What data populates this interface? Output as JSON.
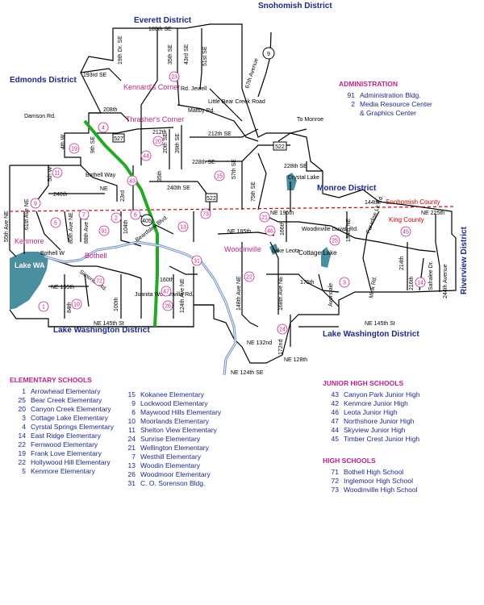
{
  "districts": {
    "everett": "Everett District",
    "snohomish": "Snohomish District",
    "edmonds": "Edmonds District",
    "monroe": "Monroe District",
    "riverview": "Riverview District",
    "lake_washington_left": "Lake Washington District",
    "lake_washington_right": "Lake Washington District"
  },
  "county_labels": {
    "snohomish_county": "Snohomish County",
    "king_county": "King County"
  },
  "places": {
    "kennards_corner": "Kennard's Corner",
    "thrashers_corner": "Thrasher's Corner",
    "kenmore": "Kenmore",
    "bothell": "Bothell",
    "woodinville": "Woodinville",
    "lake_wa": "Lake WA",
    "crystal_lake": "Crystal Lake",
    "cottage_lake": "Cottage Lake",
    "lake_leota": "Lake Leota",
    "to_monroe": "To Monroe"
  },
  "roads": {
    "r180th": "180th SE",
    "r19th": "19th Dr. SE",
    "r35th_top": "35th SE",
    "r43rd": "43rd SE",
    "r51st": "51st SE",
    "r67th": "67th Avenue",
    "r193rd": "193rd SE",
    "jewell": "Rd. Jewell",
    "little_bear": "Little Bear Creek Road",
    "damson": "Damson Rd.",
    "r208th": "208th",
    "maltby": "Maltby Rd.",
    "r212th_a": "212th",
    "r212th_b": "212th SE",
    "r4th": "4th W",
    "r9th": "9th SE",
    "r20th": "20th SE",
    "r39th": "39th SE",
    "r228th_a": "228th SE",
    "r228th_b": "228th SE",
    "r57th": "57th SE",
    "r75th": "75th SE",
    "r5th": "5th W",
    "bothell_way": "Bothell Way",
    "ne": "NE",
    "r240th": "240th",
    "r23rd": "23rd",
    "r35th": "35th",
    "r240th_se": "240th SE",
    "r144th": "144th",
    "r61st": "61st Ave NE",
    "r55th": "55th Ave NE",
    "r80th": "80th Ave NE",
    "r88th": "88th Ave NE",
    "r104th": "104th",
    "beardslee": "Beardslee Blvd.",
    "ne195th": "NE 195th",
    "ne185th": "NE 185th",
    "woodinville_duvall": "Woodinville Duvall Rd.",
    "r166th": "166th",
    "r194th": "194th NE",
    "paradise_lk": "Paradise Lk Rd.",
    "ne225th": "NE 225th",
    "r214th": "214th",
    "r244th": "244th Avenue",
    "bothell_w": "Bothell W",
    "ne155th": "NE 155th",
    "r84th": "84th",
    "simonds": "Simonds Rd.",
    "r100th": "100th",
    "juanita": "Juanita Woodinville Rd.",
    "r160th": "160th",
    "r124th": "124th Ave NE",
    "r148th": "148th Ave NE",
    "r168th": "168th Ave NE",
    "r175th": "175th",
    "avondale": "Avondale",
    "mink": "Mink Rd.",
    "r216th": "216th",
    "sahalee": "Sahalee Dr.",
    "ne145th_l": "NE 145th St",
    "ne145th_r": "NE 145th St",
    "ne132nd": "NE 132nd",
    "r172nd": "172nd",
    "ne128th": "NE 128th",
    "ne124th": "NE 124th SE",
    "hwy9": "9",
    "hwy522a": "522",
    "hwy522b": "522",
    "hwy527": "527",
    "hwy405": "405"
  },
  "map_markers": [
    "4",
    "19",
    "11",
    "9",
    "5",
    "7",
    "91",
    "72",
    "10",
    "1",
    "43",
    "2",
    "6",
    "44",
    "20",
    "23",
    "15",
    "73",
    "13",
    "31",
    "47",
    "26",
    "21",
    "46",
    "25",
    "45",
    "22",
    "3",
    "14",
    "24"
  ],
  "administration": {
    "title": "ADMINISTRATION",
    "items": [
      {
        "num": "91",
        "name": "Administration Bldg."
      },
      {
        "num": "2",
        "name": "Media Resource Center"
      },
      {
        "num": "",
        "name": "& Graphics Center"
      }
    ]
  },
  "elementary": {
    "title": "ELEMENTARY SCHOOLS",
    "col1": [
      {
        "num": "1",
        "name": "Arrowhead Elementary"
      },
      {
        "num": "25",
        "name": "Bear Creek Elementary"
      },
      {
        "num": "20",
        "name": "Canyon Creek Elementary"
      },
      {
        "num": "3",
        "name": "Cottage Lake Elementary"
      },
      {
        "num": "4",
        "name": "Cyrstal Springs Elementary"
      },
      {
        "num": "14",
        "name": "East Ridge Elementary"
      },
      {
        "num": "22",
        "name": "Fernwood Elementary"
      },
      {
        "num": "19",
        "name": "Frank Love Elementary"
      },
      {
        "num": "22",
        "name": "Hollywood Hill Elementary"
      },
      {
        "num": "5",
        "name": "Kenmore Elementary"
      }
    ],
    "col2": [
      {
        "num": "15",
        "name": "Kokanee Elementary"
      },
      {
        "num": "9",
        "name": "Lockwood Elementary"
      },
      {
        "num": "6",
        "name": "Maywood Hills Elementary"
      },
      {
        "num": "10",
        "name": "Moorlands Elementary"
      },
      {
        "num": "11",
        "name": "Shelton View Elementary"
      },
      {
        "num": "24",
        "name": "Sunrise Elementary"
      },
      {
        "num": "21",
        "name": "Wellington Elementary"
      },
      {
        "num": "7",
        "name": "Westhill Elementary"
      },
      {
        "num": "13",
        "name": "Woodin Elementary"
      },
      {
        "num": "26",
        "name": "Woodmoor Elementary"
      },
      {
        "num": "31",
        "name": "C. O. Sorenson Bldg."
      }
    ]
  },
  "junior_high": {
    "title": "JUNIOR HIGH SCHOOLS",
    "items": [
      {
        "num": "43",
        "name": "Canyon Park Junior High"
      },
      {
        "num": "42",
        "name": "Kenmore Junior High"
      },
      {
        "num": "46",
        "name": "Leota Junior High"
      },
      {
        "num": "47",
        "name": "Northshore Junior High"
      },
      {
        "num": "44",
        "name": "Skyview Junior High"
      },
      {
        "num": "45",
        "name": "Timber Crest Junior High"
      }
    ]
  },
  "high_schools": {
    "title": "HIGH SCHOOLS",
    "items": [
      {
        "num": "71",
        "name": "Bothell High School"
      },
      {
        "num": "72",
        "name": "Inglemoor High School"
      },
      {
        "num": "73",
        "name": "Woodinville High School"
      }
    ]
  },
  "colors": {
    "district_label": "#1a2a8a",
    "school_marker": "#c0208a",
    "county_line": "#cc0000",
    "freeway": "#22aa22",
    "river": "#6a8fc4",
    "lake": "#4a8fa0"
  }
}
